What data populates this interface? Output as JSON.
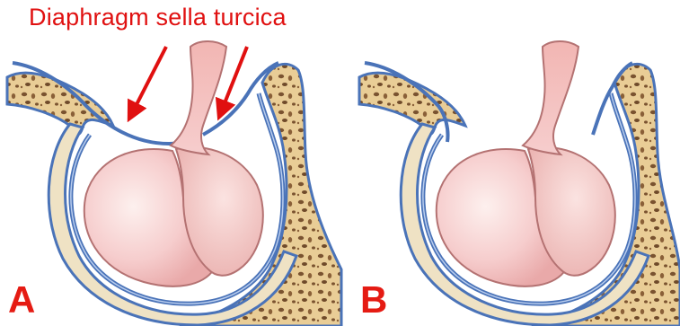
{
  "annotation": {
    "text": "Diaphragm sella turcica",
    "color": "#e01010"
  },
  "panels": [
    {
      "label": "A",
      "diaphragm": "present"
    },
    {
      "label": "B",
      "diaphragm": "absent"
    }
  ],
  "colors": {
    "bone_fill": "#e9cd96",
    "bone_pores": "#7a5330",
    "dura_blue": "#4a73b8",
    "gland_pink": "#f6cdcd",
    "gland_edge": "#b47272",
    "label_red": "#e51b13"
  }
}
